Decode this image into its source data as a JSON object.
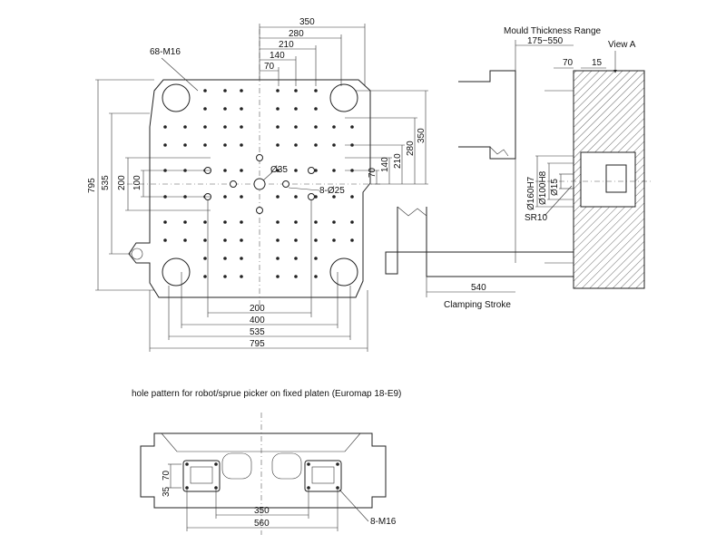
{
  "front_view": {
    "hole_label": "68-M16",
    "center_hole": "Ø35",
    "side_holes": "8-Ø25",
    "top_dims": [
      "350",
      "280",
      "210",
      "140",
      "70"
    ],
    "right_dims": [
      "70",
      "140",
      "210",
      "280",
      "350"
    ],
    "left_dims": [
      "795",
      "535",
      "200",
      "100"
    ],
    "bottom_dims": [
      "200",
      "400",
      "535",
      "795"
    ]
  },
  "side_view": {
    "title": "Mould Thickness Range",
    "range": "175~550",
    "view_label": "View A",
    "dim_70": "70",
    "dim_15": "15",
    "d160": "Ø160H7",
    "d100": "Ø100H8",
    "d15": "Ø15",
    "sr": "SR10",
    "stroke_value": "540",
    "stroke_label": "Clamping Stroke"
  },
  "bottom_view": {
    "caption": "hole pattern for robot/sprue picker on fixed platen (Euromap 18-E9)",
    "dim_35": "35",
    "dim_70": "70",
    "dim_350": "350",
    "dim_560": "560",
    "hole_label": "8-M16"
  }
}
